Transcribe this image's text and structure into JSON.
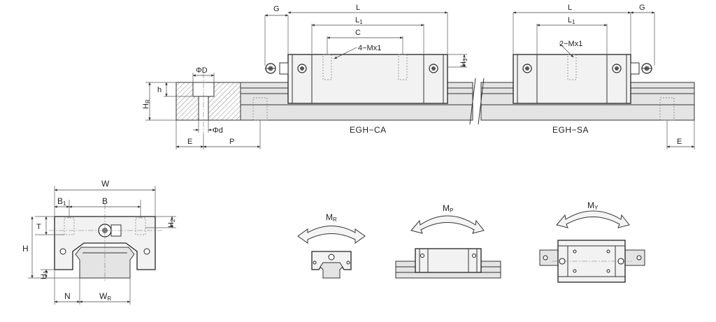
{
  "diagram": {
    "side_view": {
      "dims": {
        "G": "G",
        "L": "L",
        "L1": "L",
        "L1_sub": "1",
        "C": "C",
        "holes_ca": "4−Mx1",
        "holes_sa": "2−Mx1",
        "H3": "H",
        "H3_sub": "3",
        "phiD": "ΦD",
        "phid": "Φd",
        "h": "h",
        "HR": "H",
        "HR_sub": "R",
        "E": "E",
        "P": "P"
      },
      "captions": {
        "ca": "EGH−CA",
        "sa": "EGH−SA"
      }
    },
    "front_view": {
      "dims": {
        "W": "W",
        "B": "B",
        "B1": "B",
        "B1_sub": "1",
        "T": "T",
        "H": "H",
        "H1": "H",
        "H1_sub": "1",
        "H2": "H",
        "H2_sub": "2",
        "N": "N",
        "WR": "W",
        "WR_sub": "R"
      }
    },
    "moments": {
      "MR": "M",
      "MR_sub": "R",
      "MP": "M",
      "MP_sub": "P",
      "MY": "M",
      "MY_sub": "Y"
    }
  }
}
